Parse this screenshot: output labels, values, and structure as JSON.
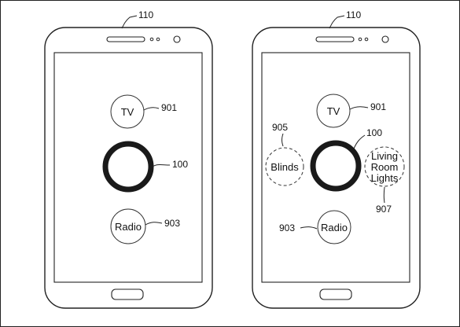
{
  "left_phone": {
    "ref": "110",
    "tv": {
      "label": "TV",
      "ref": "901"
    },
    "hub": {
      "ref": "100"
    },
    "radio": {
      "label": "Radio",
      "ref": "903"
    }
  },
  "right_phone": {
    "ref": "110",
    "tv": {
      "label": "TV",
      "ref": "901"
    },
    "blinds": {
      "label": "Blinds",
      "ref": "905"
    },
    "hub": {
      "ref": "100"
    },
    "lights": {
      "line1": "Living",
      "line2": "Room",
      "line3": "Lights",
      "ref": "907"
    },
    "radio": {
      "label": "Radio",
      "ref": "903"
    }
  },
  "colors": {
    "line": "#222222",
    "ring": "#1a1a1a"
  }
}
